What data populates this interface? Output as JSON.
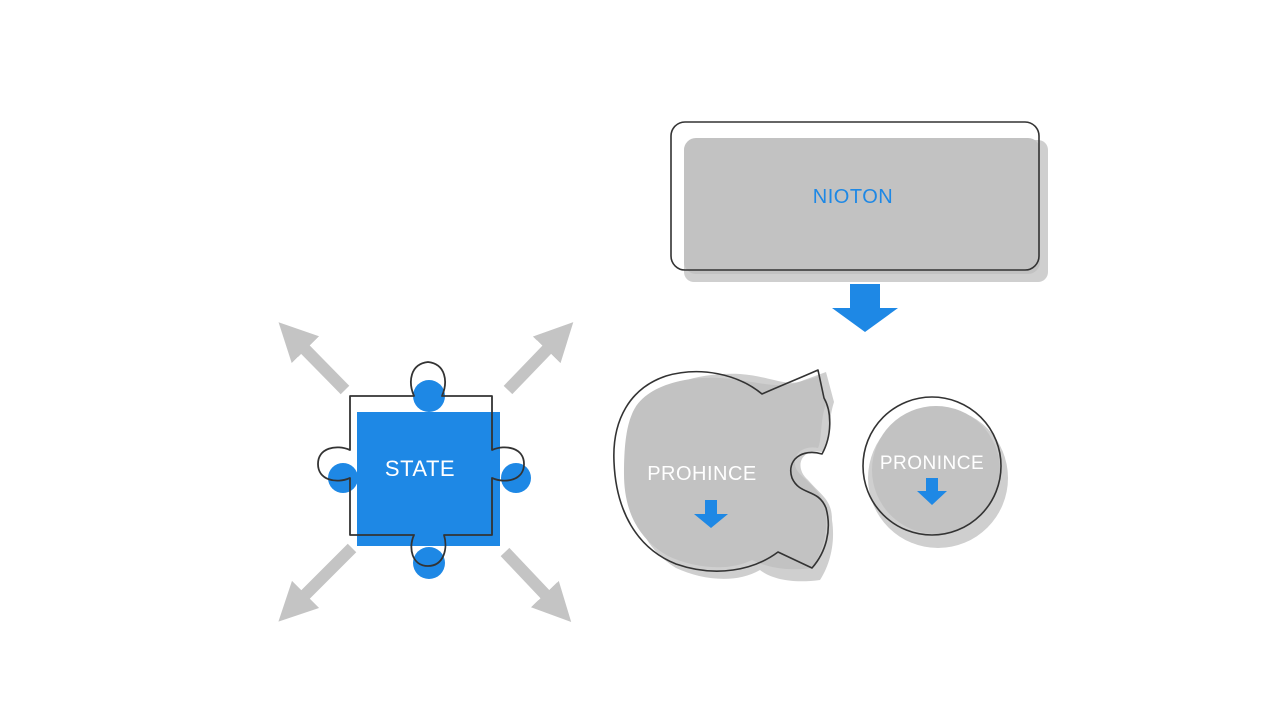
{
  "diagram": {
    "state_label": "STATE",
    "nation_label": "NIOTON",
    "province_left_label": "PROHINCE",
    "province_right_label": "PRONINCE"
  },
  "colors": {
    "blue": "#1e88e5",
    "gray_fill": "#c2c2c2",
    "gray_arrow": "#c4c4c4",
    "gray_shadow": "#cfcfcf",
    "outline": "#333333",
    "white_text": "#ffffff",
    "background": "#ffffff"
  },
  "icons": {
    "expand_arrows": "diagonal-arrow-icon",
    "down_arrows": "down-arrow-icon",
    "puzzle": "puzzle-piece-icon"
  }
}
